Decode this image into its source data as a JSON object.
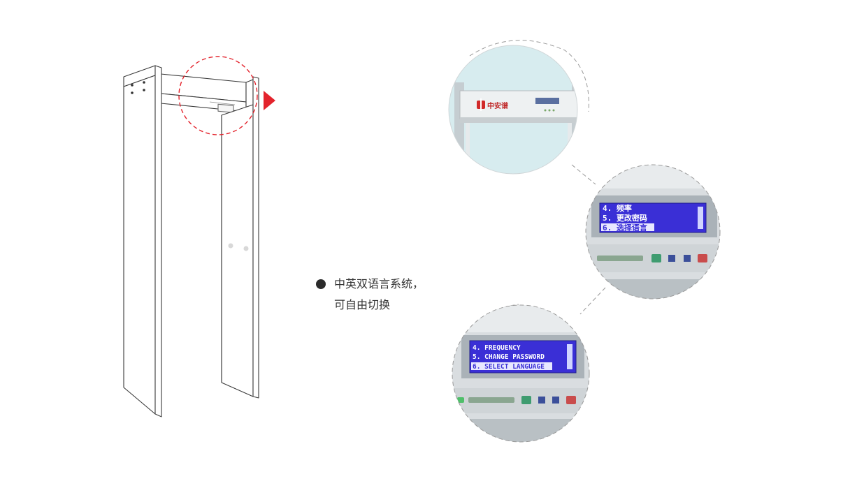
{
  "feature": {
    "line1": "中英双语言系统，",
    "line2": "可自由切换"
  },
  "panel_top": {
    "logo_text": "中安谱"
  },
  "panel_cn": {
    "menu": [
      "4. 频率",
      "5. 更改密码",
      "6. 选择语言"
    ]
  },
  "panel_en": {
    "menu": [
      "4. FREQUENCY",
      "5. CHANGE PASSWORD",
      "6. SELECT LANGUAGE"
    ]
  },
  "colors": {
    "accent_red": "#e3232c",
    "lcd_blue": "#3a2fd6",
    "panel_gray": "#d9dde0",
    "sky": "#d7ecef"
  }
}
